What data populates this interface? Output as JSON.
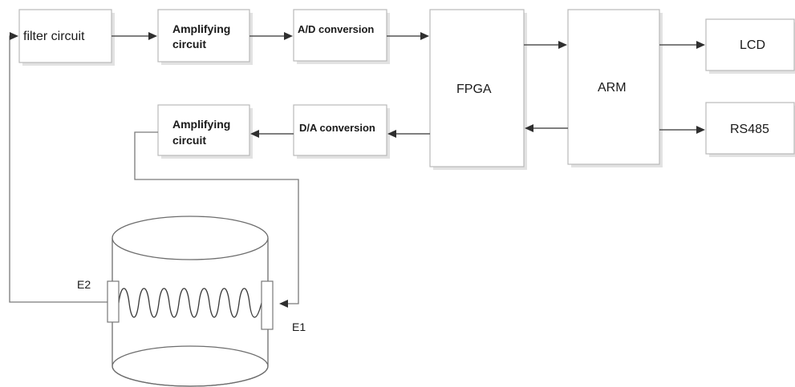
{
  "blocks": {
    "filter": "filter circuit",
    "amp_top": [
      "Amplifying",
      "circuit"
    ],
    "adc": "A/D conversion",
    "fpga": "FPGA",
    "arm": "ARM",
    "lcd": "LCD",
    "rs485": "RS485",
    "amp_bottom": [
      "Amplifying",
      "circuit"
    ],
    "dac": "D/A conversion"
  },
  "electrodes": {
    "e2": "E2",
    "e1": "E1"
  }
}
